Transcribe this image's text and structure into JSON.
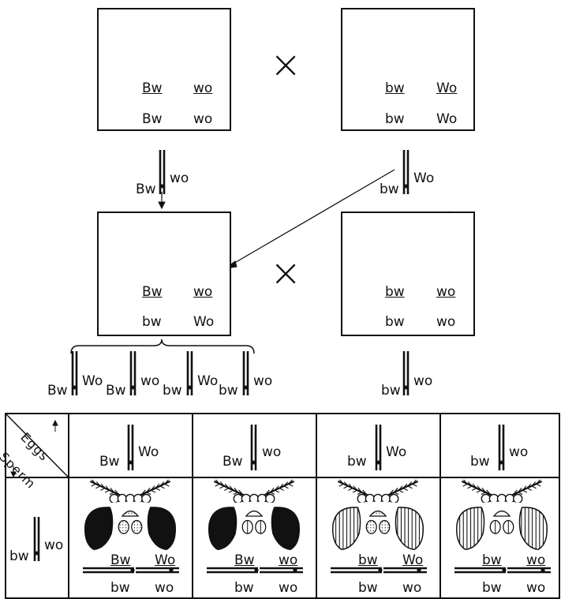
{
  "cross_symbol": "×",
  "p_female": {
    "top": [
      "Bw",
      "wo"
    ],
    "bottom": [
      "Bw",
      "wo"
    ]
  },
  "p_male": {
    "top": [
      "bw",
      "Wo"
    ],
    "bottom": [
      "bw",
      "Wo"
    ]
  },
  "gamete_p_female": [
    "Bw",
    "wo"
  ],
  "gamete_p_male": [
    "bw",
    "Wo"
  ],
  "f1_female": {
    "top": [
      "Bw",
      "wo"
    ],
    "bottom": [
      "bw",
      "Wo"
    ]
  },
  "f1_male": {
    "top": [
      "bw",
      "wo"
    ],
    "bottom": [
      "bw",
      "wo"
    ]
  },
  "f1_eggs": [
    [
      "Bw",
      "Wo"
    ],
    [
      "Bw",
      "wo"
    ],
    [
      "bw",
      "Wo"
    ],
    [
      "bw",
      "wo"
    ]
  ],
  "f1_sperm": [
    "bw",
    "wo"
  ],
  "table": {
    "corner_eggs": "Eggs",
    "corner_sperm": "Sperm",
    "egg_headers": [
      [
        "Bw",
        "Wo"
      ],
      [
        "Bw",
        "wo"
      ],
      [
        "bw",
        "Wo"
      ],
      [
        "bw",
        "wo"
      ]
    ],
    "sperm_header": [
      "bw",
      "wo"
    ],
    "offspring": [
      {
        "top": [
          "Bw",
          "Wo"
        ],
        "bottom": [
          "bw",
          "wo"
        ]
      },
      {
        "top": [
          "Bw",
          "wo"
        ],
        "bottom": [
          "bw",
          "wo"
        ]
      },
      {
        "top": [
          "bw",
          "Wo"
        ],
        "bottom": [
          "bw",
          "wo"
        ]
      },
      {
        "top": [
          "bw",
          "wo"
        ],
        "bottom": [
          "bw",
          "wo"
        ]
      }
    ]
  }
}
